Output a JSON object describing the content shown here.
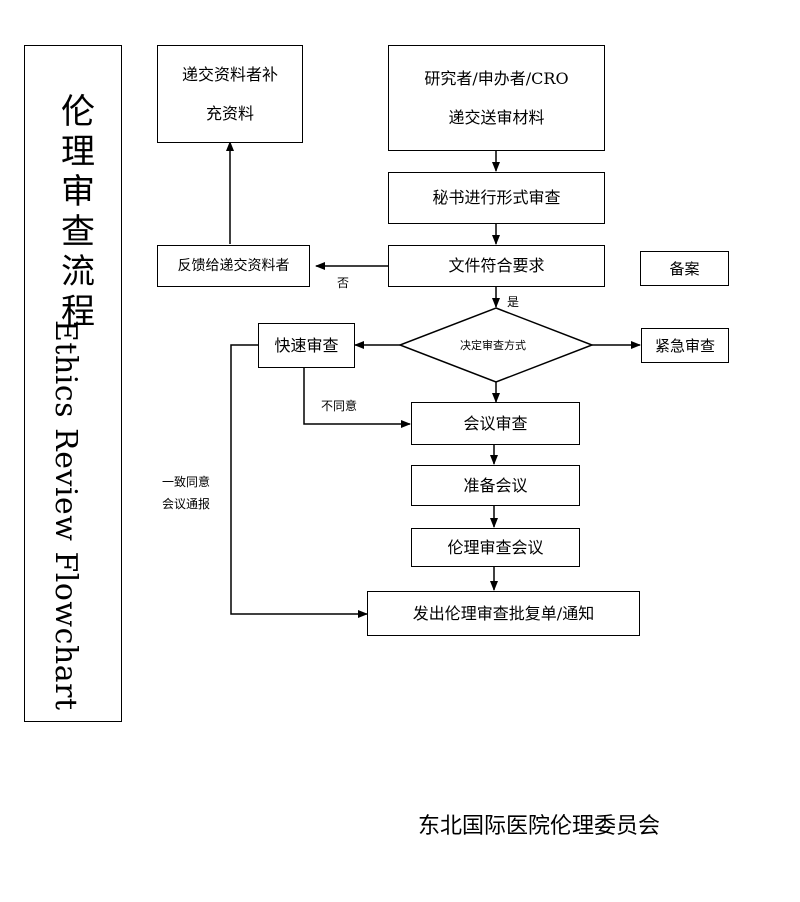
{
  "title": {
    "cn_chars": [
      "伦",
      "理",
      "审",
      "查",
      "流",
      "程"
    ],
    "en": "Ethics Review Flowchart"
  },
  "nodes": {
    "resubmit_top": {
      "line1": "递交资料者补",
      "line2": "充资料"
    },
    "researcher": {
      "line1": "研究者/申办者/CRO",
      "line2": "递交送审材料"
    },
    "secretary": "秘书进行形式审查",
    "docs_ok": "文件符合要求",
    "feedback": "反馈给递交资料者",
    "filing": "备案",
    "decide": "决定审查方式",
    "fast_review": "快速审查",
    "urgent_review": "紧急审查",
    "meeting_review": "会议审查",
    "prepare_meeting": "准备会议",
    "ethics_meeting": "伦理审查会议",
    "issue": "发出伦理审查批复单/通知"
  },
  "edge_labels": {
    "no": "否",
    "yes": "是",
    "disagree": "不同意",
    "agree_line1": "一致同意",
    "agree_line2": "会议通报"
  },
  "footer": "东北国际医院伦理委员会"
}
